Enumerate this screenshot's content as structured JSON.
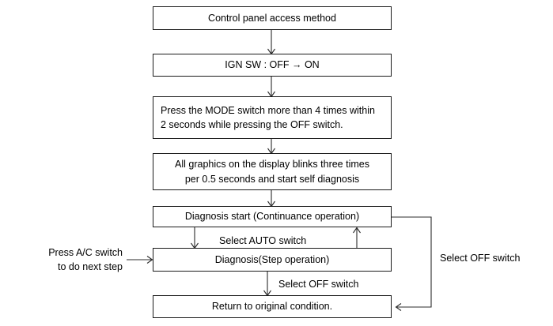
{
  "diagram": {
    "title": "Control panel access method self diagnosis flowchart",
    "colors": {
      "background": "#ffffff",
      "border": "#1a1a1a",
      "connector": "#2b2b2b",
      "text": "#000000"
    },
    "nodes": [
      {
        "id": "control-panel-access-method",
        "text": "Control panel access method",
        "align": "center"
      },
      {
        "id": "ign-sw",
        "text": "IGN SW : OFF → ON",
        "align": "center"
      },
      {
        "id": "press-mode-switch",
        "text": "Press the MODE switch more than 4 times within\n2 seconds while pressing the OFF switch.",
        "align": "left"
      },
      {
        "id": "all-graphics-blink",
        "text": "All graphics on the display blinks three times\nper 0.5 seconds and start self diagnosis",
        "align": "center"
      },
      {
        "id": "diagnosis-start",
        "text": "Diagnosis start (Continuance operation)",
        "align": "center"
      },
      {
        "id": "diagnosis-step",
        "text": "Diagnosis(Step operation)",
        "align": "center"
      },
      {
        "id": "return-original",
        "text": "Return to original condition.",
        "align": "center"
      }
    ],
    "edge_labels": [
      {
        "id": "select-auto-switch",
        "text": "Select AUTO switch"
      },
      {
        "id": "select-off-switch-step",
        "text": "Select OFF switch"
      },
      {
        "id": "select-off-switch-return",
        "text": "Select OFF switch"
      },
      {
        "id": "press-ac-switch",
        "text": "Press A/C switch\nto do next step"
      }
    ]
  }
}
